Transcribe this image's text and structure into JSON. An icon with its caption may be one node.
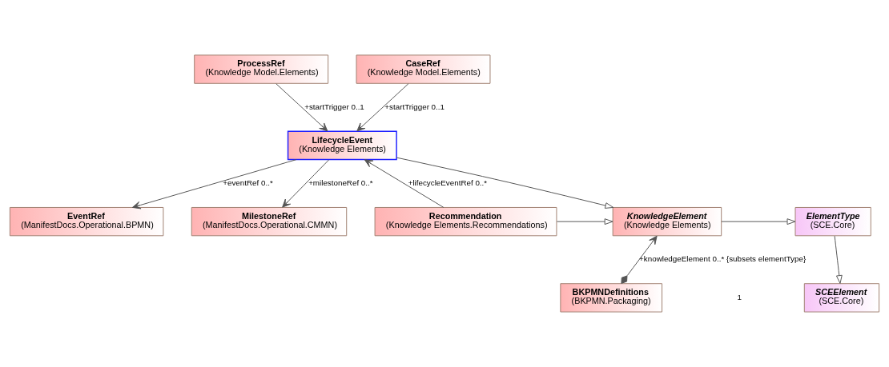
{
  "diagram": {
    "nodes": [
      {
        "text": [
          "ProcessRef",
          "(Knowledge Model.Elements)"
        ]
      },
      {
        "text": [
          "CaseRef",
          "(Knowledge Model.Elements)"
        ]
      },
      {
        "text": [
          "LifecycleEvent",
          "(Knowledge Elements)"
        ]
      },
      {
        "text": [
          "EventRef",
          "(ManifestDocs.Operational.BPMN)"
        ]
      },
      {
        "text": [
          "MilestoneRef",
          "(ManifestDocs.Operational.CMMN)"
        ]
      },
      {
        "text": [
          "Recommendation",
          "(Knowledge Elements.Recommendations)"
        ]
      },
      {
        "text": [
          "KnowledgeElement",
          "(Knowledge Elements)"
        ]
      },
      {
        "text": [
          "ElementType",
          "(SCE.Core)"
        ]
      },
      {
        "text": [
          "BKPMNDefinitions",
          "(BKPMN.Packaging)"
        ]
      },
      {
        "text": [
          "SCEElement",
          "(SCE.Core)"
        ]
      }
    ],
    "edges": [
      {
        "from": 0,
        "to": 2,
        "arrow": "to",
        "label": "+startTrigger 0..1"
      },
      {
        "from": 1,
        "to": 2,
        "arrow": "to",
        "label": "+startTrigger 0..1"
      },
      {
        "from": 2,
        "to": 3,
        "arrow": "to",
        "label": "+eventRef 0..*"
      },
      {
        "from": 2,
        "to": 4,
        "arrow": "to",
        "label": "+milestoneRef 0..*"
      },
      {
        "from": 5,
        "to": 2,
        "arrow": "to",
        "label": "+lifecycleEventRef 0..*"
      },
      {
        "from": 2,
        "to": 6,
        "arrow": "to"
      },
      {
        "from": 5,
        "to": 6,
        "arrow": "to"
      },
      {
        "from": 6,
        "to": 7,
        "arrow": "to"
      },
      {
        "from": 7,
        "to": 9,
        "arrow": "to"
      },
      {
        "from": 8,
        "to": 6,
        "arrow": "to",
        "label": "+knowledgeElement 0..* {subsets elementType}"
      }
    ],
    "labels": [
      "1"
    ]
  }
}
